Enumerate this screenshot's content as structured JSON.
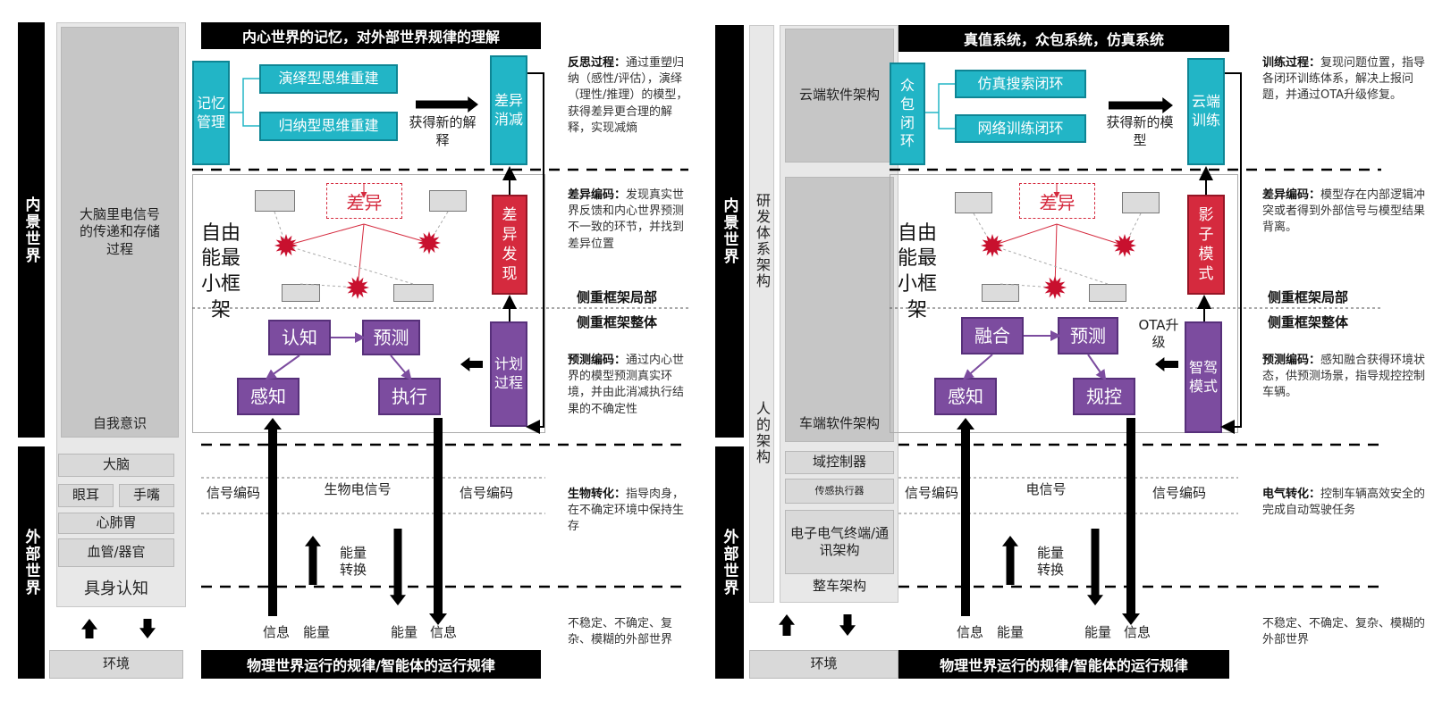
{
  "left": {
    "inner_label": "内景世界",
    "outer_label": "外部世界",
    "brain_process": "大脑里电信号的传递和存储过程",
    "self_awareness": "自我意识",
    "organs": [
      "大脑",
      "眼耳",
      "手嘴",
      "心肺胃",
      "血管/器官"
    ],
    "embodied": "具身认知",
    "environment": "环境",
    "title": "内心世界的记忆，对外部世界规律的理解",
    "memory": "记忆管理",
    "deductive": "演绎型思维重建",
    "inductive": "归纳型思维重建",
    "reduce": "差异消减",
    "get_new": "获得新的解释",
    "diff": "差异",
    "diff_find": "差异发现",
    "free_energy": "自由能最小框架",
    "cognition": "认知",
    "predict": "预测",
    "perceive": "感知",
    "execute": "执行",
    "plan": "计划过程",
    "signal": "生物电信号",
    "encode_left": "信号编码",
    "encode_right": "信号编码",
    "energy_convert": "能量转换",
    "bottom_labels": [
      "信息",
      "能量",
      "能量",
      "信息"
    ],
    "footer": "物理世界运行的规律/智能体的运行规律",
    "notes": {
      "reflect": {
        "title": "反思过程：",
        "body": "通过重塑归纳（感性/评估），演绎（理性/推理）的模型，获得差异更合理的解释，实现减熵"
      },
      "diff": {
        "title": "差异编码：",
        "body": "发现真实世界反馈和内心世界预测不一致的环节，并找到差异位置"
      },
      "local": "侧重框架局部",
      "global": "侧重框架整体",
      "pred": {
        "title": "预测编码：",
        "body": "通过内心世界的模型预测真实环境，并由此消减执行结果的不确定性"
      },
      "bio": {
        "title": "生物转化：",
        "body": "指导肉身，在不确定环境中保持生存"
      },
      "outer": "不稳定、不确定、复杂、模糊的外部世界"
    }
  },
  "right": {
    "inner_label": "内景世界",
    "outer_label": "外部世界",
    "rd_system": "研发体系架构",
    "human_arch": "人的架构",
    "cloud_sw": "云端软件架构",
    "vehicle_sw": "车端软件架构",
    "hw": [
      "域控制器",
      "传感执行器",
      "电子电气终端/通讯架构"
    ],
    "vehicle_arch": "整车架构",
    "environment": "环境",
    "title": "真值系统，众包系统，仿真系统",
    "crowd": "众包闭环",
    "sim": "仿真搜索闭环",
    "net": "网络训练闭环",
    "cloud_train": "云端训练",
    "get_new": "获得新的模型",
    "diff": "差异",
    "shadow": "影子模式",
    "free_energy": "自由能最小框架",
    "fusion": "融合",
    "predict": "预测",
    "perceive": "感知",
    "control": "规控",
    "drive": "智驾模式",
    "ota": "OTA升级",
    "signal": "电信号",
    "encode_left": "信号编码",
    "encode_right": "信号编码",
    "energy_convert": "能量转换",
    "bottom_labels": [
      "信息",
      "能量",
      "能量",
      "信息"
    ],
    "footer": "物理世界运行的规律/智能体的运行规律",
    "notes": {
      "train": {
        "title": "训练过程：",
        "body": "复现问题位置，指导各闭环训练体系，解决上报问题，并通过OTA升级修复。"
      },
      "diff": {
        "title": "差异编码：",
        "body": "模型存在内部逻辑冲突或者得到外部信号与模型结果背离。"
      },
      "local": "侧重框架局部",
      "global": "侧重框架整体",
      "pred": {
        "title": "预测编码：",
        "body": "感知融合获得环境状态，供预测场景，指导规控控制车辆。"
      },
      "elec": {
        "title": "电气转化：",
        "body": "控制车辆高效安全的完成自动驾驶任务"
      },
      "outer": "不稳定、不确定、复杂、模糊的外部世界"
    }
  },
  "colors": {
    "teal": "#22b5c6",
    "red": "#d52a3e",
    "purple": "#7c4c9f",
    "black": "#000000",
    "gray": "#d9d9d9"
  }
}
